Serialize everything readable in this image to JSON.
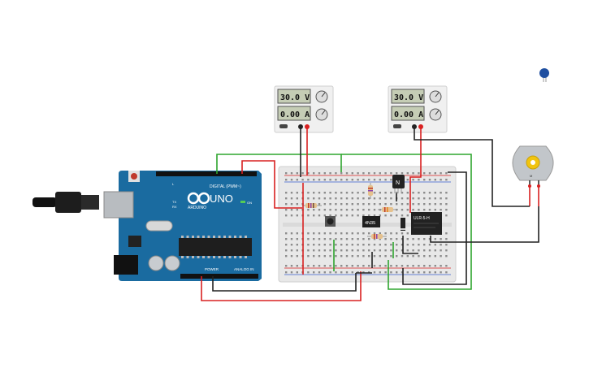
{
  "psu1": {
    "voltage": "30.0 V",
    "current": "0.00 A"
  },
  "psu2": {
    "voltage": "30.0 V",
    "current": "0.00 A"
  },
  "arduino": {
    "brand": "ARDUINO",
    "model": "UNO",
    "digital_label": "DIGITAL (PWM~)",
    "power_label": "POWER",
    "analog_label": "ANALOG IN",
    "on_label": "ON",
    "tx_label": "TX",
    "rx_label": "RX",
    "l_label": "L"
  },
  "transistor": {
    "label": "N"
  },
  "optocoupler": {
    "label": "4N35"
  },
  "relay": {
    "label": "ULR-5-H"
  },
  "motor": {
    "label": "M"
  },
  "colors": {
    "wire_red": "#d92121",
    "wire_black": "#222222",
    "wire_green": "#2ea52e",
    "arduino_blue": "#1a6ba0",
    "breadboard": "#e8e8e8"
  }
}
